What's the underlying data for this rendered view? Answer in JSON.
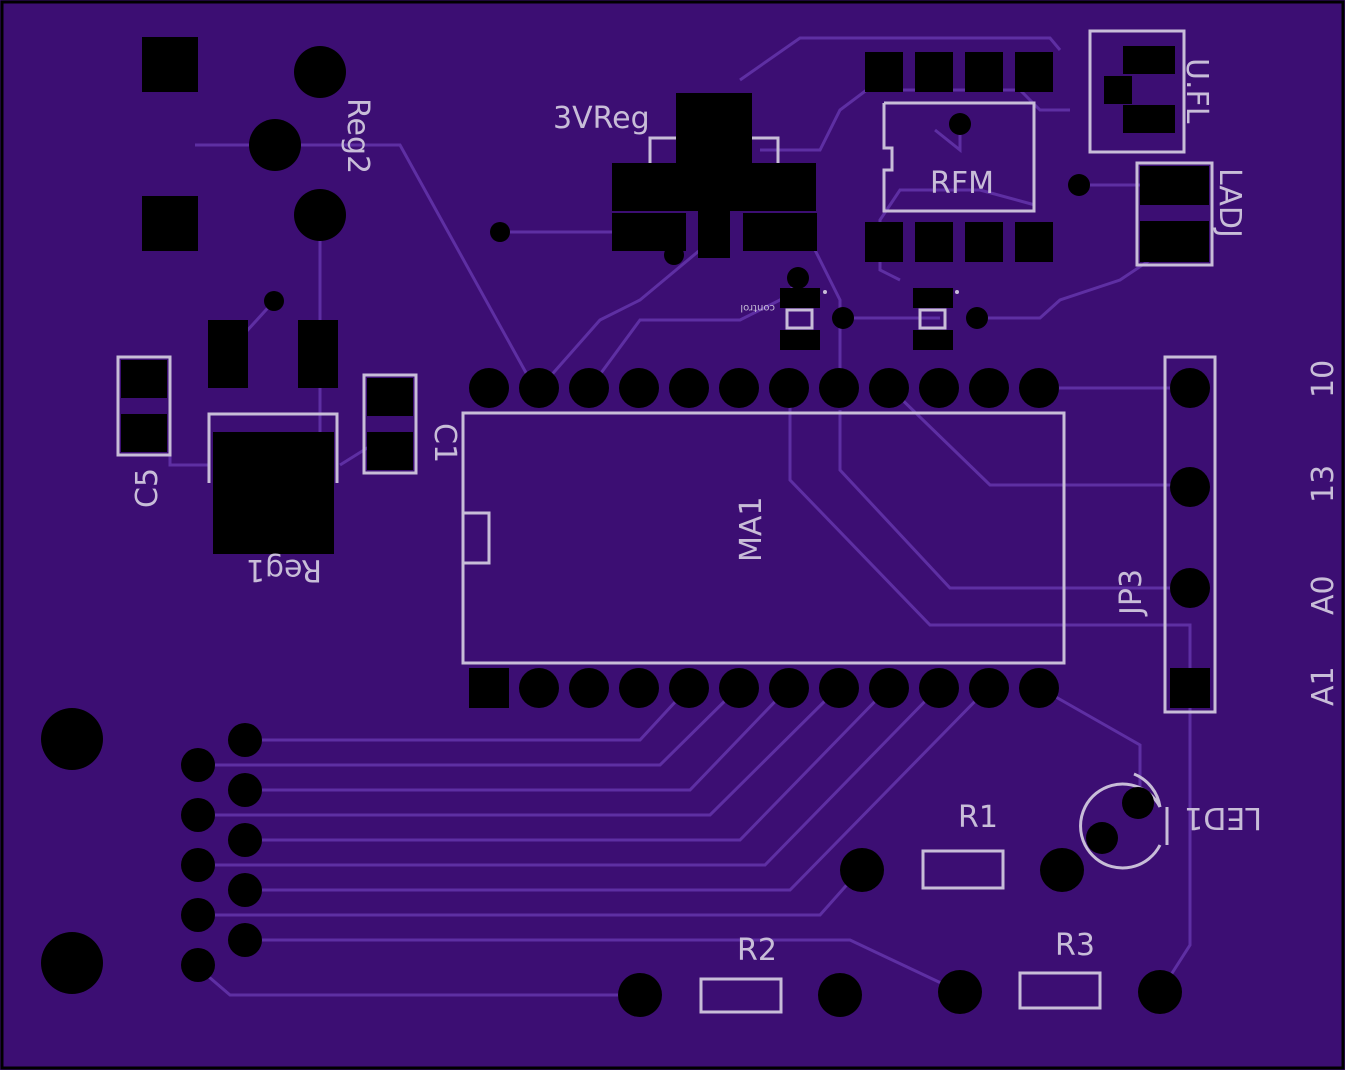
{
  "board": {
    "background": "#3c0e73",
    "trace_color": "#5e2fa3",
    "silkscreen_color": "#c8bdd8",
    "pad_color": "#000000"
  },
  "labels": {
    "reg2": "Reg2",
    "vreg3": "3VReg",
    "rfm": "RFM",
    "ufl": "U.FL",
    "ladj": "LADJ",
    "control": "control",
    "c5": "C5",
    "c1": "C1",
    "reg1": "Reg1",
    "ma1": "MA1",
    "jp3": "JP3",
    "pin_10": "10",
    "pin_13": "13",
    "pin_a0": "A0",
    "pin_a1": "A1",
    "r1": "R1",
    "r2": "R2",
    "r3": "R3",
    "led1": "LED1"
  }
}
